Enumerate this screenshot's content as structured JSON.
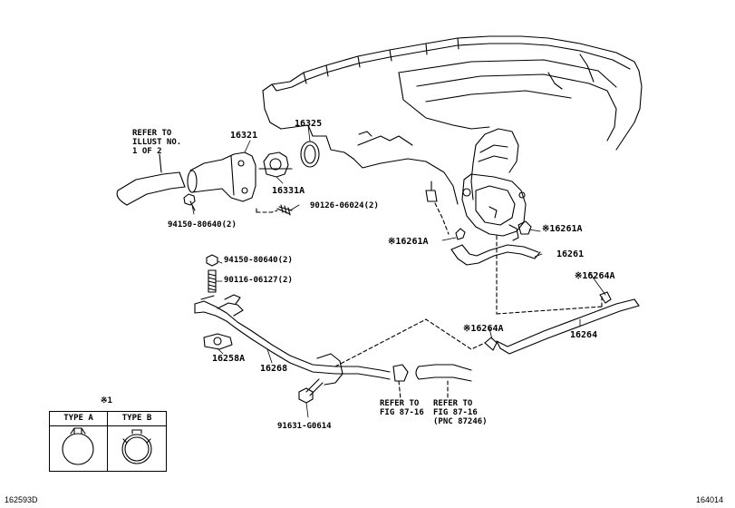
{
  "parts": {
    "p16321": "16321",
    "p16325": "16325",
    "p16331A": "16331A",
    "p90126": "90126-06024(2)",
    "p94150_top": "94150-80640(2)",
    "p94150_mid": "94150-80640(2)",
    "p90116": "90116-06127(2)",
    "p16258A": "16258A",
    "p16268": "16268",
    "p91631": "91631-G0614",
    "p16261A_left": "※16261A",
    "p16261A_right": "※16261A",
    "p16261": "16261",
    "p16264A_top": "※16264A",
    "p16264A_mid": "※16264A",
    "p16264": "16264"
  },
  "refs": {
    "illust": "REFER TO\nILLUST NO.\n1 OF 2",
    "fig1": "REFER TO\nFIG 87-16",
    "fig2": "REFER TO\nFIG 87-16\n(PNC 87246)"
  },
  "legend": {
    "mark": "※1",
    "type_a": "TYPE A",
    "type_b": "TYPE B"
  },
  "footer": {
    "left_code": "162593D",
    "right_code": "164014"
  }
}
